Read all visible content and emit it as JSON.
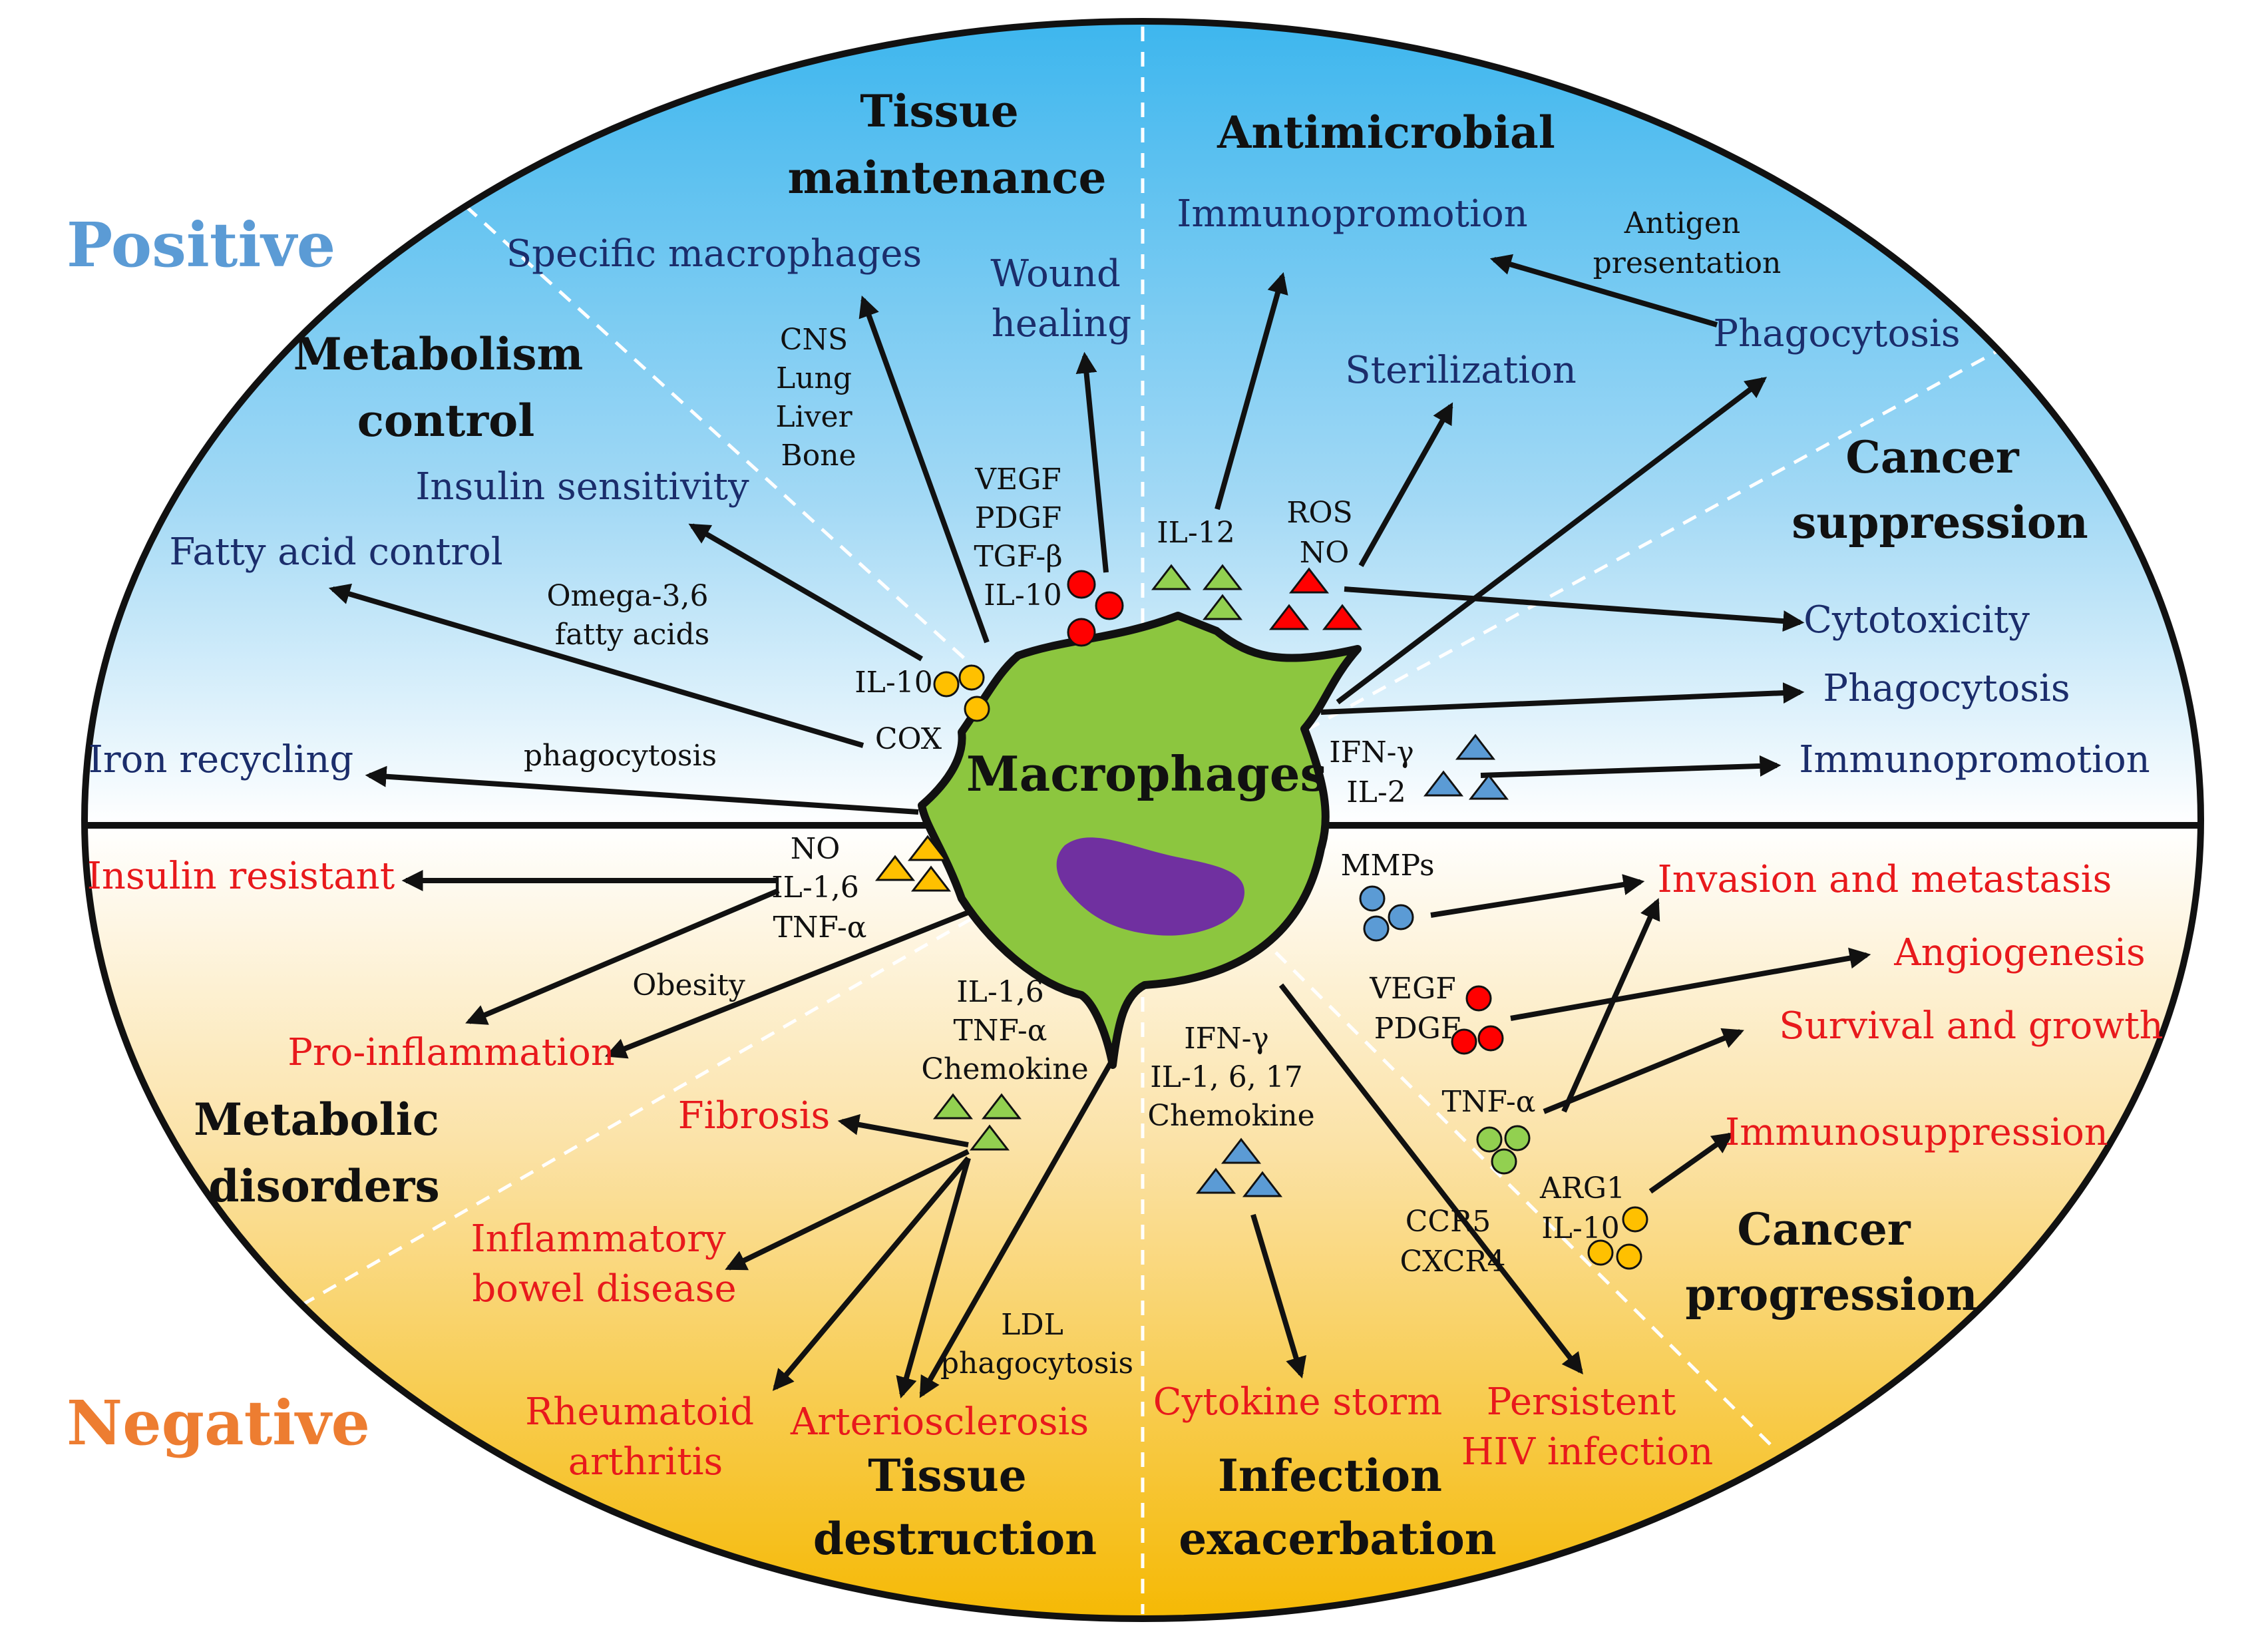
{
  "side_labels": {
    "positive": "Positive",
    "negative": "Negative"
  },
  "center": {
    "label": "Macrophages"
  },
  "titles": {
    "tissue_maintenance": [
      "Tissue",
      "maintenance"
    ],
    "antimicrobial": [
      "Antimicrobial"
    ],
    "metabolism_control": [
      "Metabolism",
      "control"
    ],
    "cancer_suppression": [
      "Cancer",
      "suppression"
    ],
    "metabolic_disorders": [
      "Metabolic",
      "disorders"
    ],
    "tissue_destruction": [
      "Tissue",
      "destruction"
    ],
    "infection_exacerbation": [
      "Infection",
      "exacerbation"
    ],
    "cancer_progression": [
      "Cancer",
      "progression"
    ]
  },
  "positive_outcomes": {
    "specific_macrophages": "Specific macrophages",
    "wound_healing": [
      "Wound",
      "healing"
    ],
    "immunopromotion_top": "Immunopromotion",
    "antigen_presentation": [
      "Antigen",
      "presentation"
    ],
    "phagocytosis_top": "Phagocytosis",
    "sterilization": "Sterilization",
    "insulin_sensitivity": "Insulin sensitivity",
    "fatty_acid_control": "Fatty acid control",
    "iron_recycling": "Iron recycling",
    "cytotoxicity": "Cytotoxicity",
    "phagocytosis_right": "Phagocytosis",
    "immunopromotion_right": "Immunopromotion"
  },
  "negative_outcomes": {
    "insulin_resistant": "Insulin resistant",
    "pro_inflammation": "Pro-inflammation",
    "fibrosis": "Fibrosis",
    "ibd": [
      "Inflammatory",
      "bowel disease"
    ],
    "rheumatoid": [
      "Rheumatoid",
      "arthritis"
    ],
    "arteriosclerosis": "Arteriosclerosis",
    "cytokine_storm": "Cytokine storm",
    "persistent_hiv": [
      "Persistent",
      "HIV infection"
    ],
    "invasion": "Invasion and metastasis",
    "angiogenesis": "Angiogenesis",
    "survival": "Survival and growth",
    "immunosuppression": "Immunosuppression"
  },
  "mediators": {
    "cns_list": [
      "CNS",
      "Lung",
      "Liver",
      "Bone"
    ],
    "growth_factors": [
      "VEGF",
      "PDGF",
      "TGF-β",
      "IL-10"
    ],
    "il12": "IL-12",
    "ros_no": [
      "ROS",
      "NO"
    ],
    "omega": [
      "Omega-3,6",
      "fatty acids"
    ],
    "il10_left": "IL-10",
    "cox": "COX",
    "phagocytosis_small": "phagocytosis",
    "ifn_il2": [
      "IFN-γ",
      "IL-2"
    ],
    "no_il_tnf": [
      "NO",
      "IL-1,6",
      "TNF-α"
    ],
    "obesity": "Obesity",
    "il16_tnf_chem": [
      "IL-1,6",
      "TNF-α",
      "Chemokine"
    ],
    "ldl": [
      "LDL",
      "phagocytosis"
    ],
    "ifn_il_chem": [
      "IFN-γ",
      "IL-1, 6, 17",
      "Chemokine"
    ],
    "ccr5_cxcr4": [
      "CCR5",
      "CXCR4"
    ],
    "mmps": "MMPs",
    "vegf_pdgf": [
      "VEGF",
      "PDGF"
    ],
    "tnf_alpha": "TNF-α",
    "arg1_il10": [
      "ARG1",
      "IL-10"
    ]
  },
  "colors": {
    "positive_label": "#5b9bd5",
    "negative_label": "#ed7d31",
    "macrophage_fill": "#8cc63f",
    "nucleus_fill": "#7030a0",
    "marker_red": "#ff0000",
    "marker_yellow": "#ffc000",
    "marker_green": "#92d050",
    "marker_blue": "#5b9bd5",
    "positive_text": "#1b2d6b",
    "negative_text": "#e8191c"
  }
}
